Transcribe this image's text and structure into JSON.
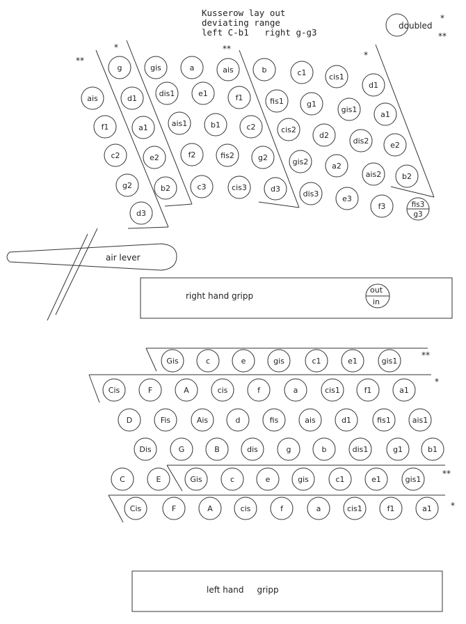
{
  "title": {
    "line1": "Kusserow lay out",
    "line2": "deviating range",
    "line3": "left C-b1   right g-g3"
  },
  "legend": {
    "doubled_label": "doubled",
    "doubled_mark": "*",
    "double_mark": "**"
  },
  "right_hand": {
    "rows": [
      {
        "mark": "*",
        "keys": [
          "g",
          "d1",
          "a1",
          "e2",
          "b2",
          "d3"
        ]
      },
      {
        "mark": "",
        "keys": [
          "gis",
          "dis1",
          "ais1",
          "f2",
          "c3"
        ]
      },
      {
        "mark": "",
        "keys": [
          "a",
          "e1",
          "b1",
          "fis2",
          "cis3"
        ]
      },
      {
        "mark": "**",
        "keys": [
          "ais",
          "f1",
          "c2",
          "g2",
          "d3"
        ]
      },
      {
        "mark": "",
        "keys": [
          "b",
          "fis1",
          "cis2",
          "gis2",
          "dis3"
        ]
      },
      {
        "mark": "",
        "keys": [
          "c1",
          "g1",
          "d2",
          "a2",
          "e3"
        ]
      },
      {
        "mark": "",
        "keys": [
          "cis1",
          "gis1",
          "dis2",
          "ais2",
          "f3"
        ]
      },
      {
        "mark": "*",
        "keys": [
          "d1",
          "a1",
          "e2",
          "b2",
          "fis3/g3"
        ]
      },
      {
        "mark": "**",
        "keys": [
          "ais",
          "f1",
          "c2",
          "g2"
        ]
      }
    ],
    "gripp_label": "right hand  gripp",
    "air_lever_label": "air lever",
    "air_out": "out",
    "air_in": "in"
  },
  "left_hand": {
    "rows": [
      {
        "mark": "**",
        "keys": [
          "Gis",
          "c",
          "e",
          "gis",
          "c1",
          "e1",
          "gis1"
        ]
      },
      {
        "mark": "*",
        "keys": [
          "Cis",
          "F",
          "A",
          "cis",
          "f",
          "a",
          "cis1",
          "f1",
          "a1"
        ]
      },
      {
        "mark": "",
        "keys": [
          "D",
          "Fis",
          "Ais",
          "d",
          "fis",
          "ais",
          "d1",
          "fis1",
          "ais1"
        ]
      },
      {
        "mark": "",
        "keys": [
          "Dis",
          "G",
          "B",
          "dis",
          "g",
          "b",
          "dis1",
          "g1",
          "b1"
        ]
      },
      {
        "mark": "**",
        "keys": [
          "C",
          "E",
          "Gis",
          "c",
          "e",
          "gis",
          "c1",
          "e1",
          "gis1"
        ]
      },
      {
        "mark": "*",
        "keys": [
          "Cis",
          "F",
          "A",
          "cis",
          "f",
          "a",
          "cis1",
          "f1",
          "a1"
        ]
      }
    ],
    "gripp_label": "left hand     gripp"
  }
}
